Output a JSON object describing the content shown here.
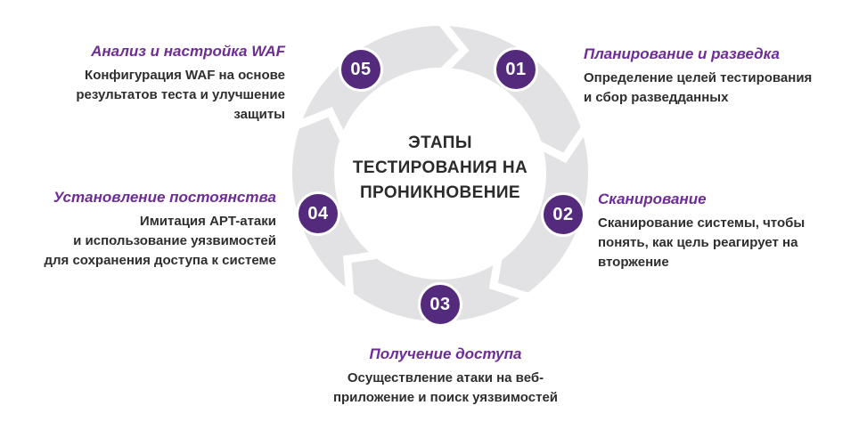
{
  "center": {
    "title_lines": [
      "ЭТАПЫ",
      "ТЕСТИРОВАНИЯ НА",
      "ПРОНИКНОВЕНИЕ"
    ]
  },
  "stages": [
    {
      "number": "01",
      "title": "Планирование и разведка",
      "description": "Определение целей тестирования\nи сбор разведданных"
    },
    {
      "number": "02",
      "title": "Сканирование",
      "description": "Сканирование системы, чтобы\nпонять, как цель реагирует на\nвторжение"
    },
    {
      "number": "03",
      "title": "Получение доступа",
      "description": "Осуществление атаки на веб-\nприложение и поиск уязвимостей"
    },
    {
      "number": "04",
      "title": "Установление постоянства",
      "description": "Имитация APT-атаки\nи использование уязвимостей\nдля сохранения доступа к системе"
    },
    {
      "number": "05",
      "title": "Анализ и настройка WAF",
      "description": "Конфигурация WAF на основе\nрезультатов теста и улучшение\nзащиты"
    }
  ],
  "colors": {
    "circle": "#542a7d",
    "heading": "#6e2d96",
    "ring": "#e2e2e4",
    "text": "#2e2e30",
    "number": "#ffffff"
  }
}
